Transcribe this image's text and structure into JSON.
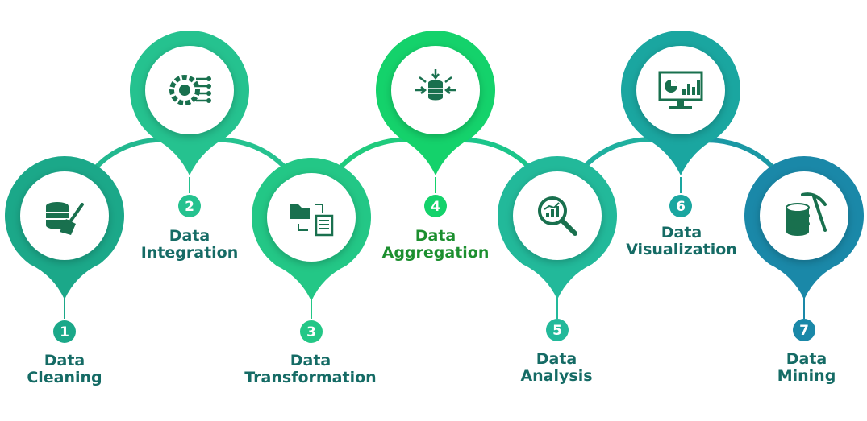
{
  "steps": [
    {
      "number": "1",
      "line1": "Data",
      "line2": "Cleaning",
      "icon": "database-broom-icon",
      "color": "#1ba889",
      "text_color": "#156b65"
    },
    {
      "number": "2",
      "line1": "Data",
      "line2": "Integration",
      "icon": "gear-circuit-icon",
      "color": "#25c28f",
      "text_color": "#156b65"
    },
    {
      "number": "3",
      "line1": "Data",
      "line2": "Transformation",
      "icon": "folder-document-icon",
      "color": "#23c786",
      "text_color": "#156b65"
    },
    {
      "number": "4",
      "line1": "Data",
      "line2": "Aggregation",
      "icon": "database-arrows-icon",
      "color": "#14d26b",
      "text_color": "#1c8f2f"
    },
    {
      "number": "5",
      "line1": "Data",
      "line2": "Analysis",
      "icon": "magnifier-chart-icon",
      "color": "#22b99a",
      "text_color": "#156b65"
    },
    {
      "number": "6",
      "line1": "Data",
      "line2": "Visualization",
      "icon": "monitor-chart-icon",
      "color": "#1aa6a0",
      "text_color": "#156b65"
    },
    {
      "number": "7",
      "line1": "Data",
      "line2": "Mining",
      "icon": "database-pickaxe-icon",
      "color": "#1a88a8",
      "text_color": "#156b65"
    }
  ]
}
